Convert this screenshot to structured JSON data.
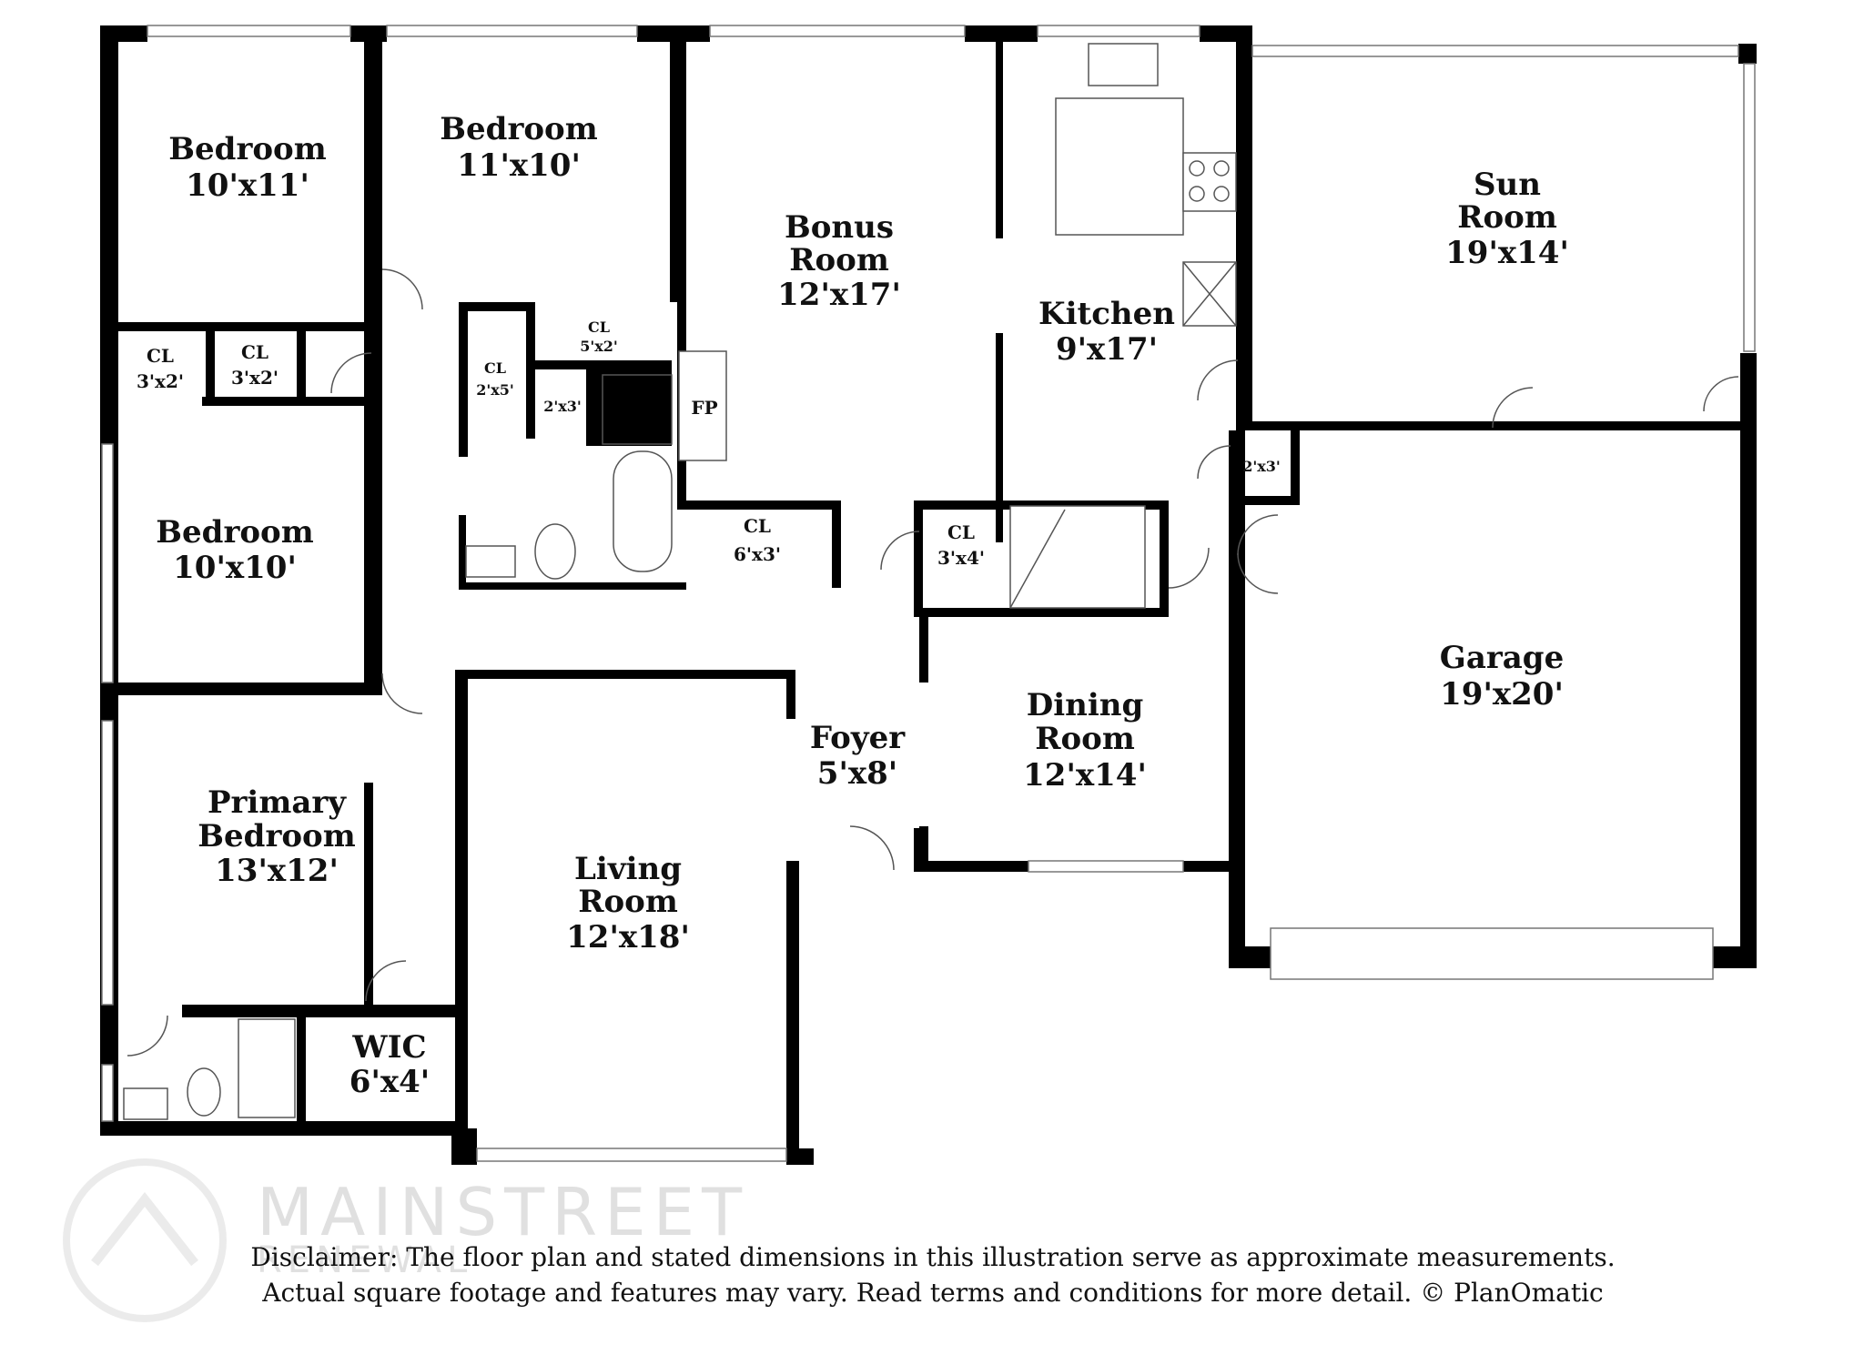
{
  "rooms": {
    "bed1": {
      "name": "Bedroom",
      "dim": "10'x11'"
    },
    "bed2": {
      "name": "Bedroom",
      "dim": "11'x10'"
    },
    "bonus": {
      "name1": "Bonus",
      "name2": "Room",
      "dim": "12'x17'"
    },
    "kitchen": {
      "name": "Kitchen",
      "dim": "9'x17'"
    },
    "sun": {
      "name1": "Sun",
      "name2": "Room",
      "dim": "19'x14'"
    },
    "cl1": {
      "name": "CL",
      "dim": "3'x2'"
    },
    "cl2": {
      "name": "CL",
      "dim": "3'x2'"
    },
    "cl3": {
      "name": "CL",
      "dim": "2'x5'"
    },
    "cl4": {
      "name": "CL",
      "dim": "5'x2'"
    },
    "linen": {
      "dim": "2'x3'"
    },
    "fp": {
      "name": "FP"
    },
    "bed3": {
      "name": "Bedroom",
      "dim": "10'x10'"
    },
    "cl5": {
      "name": "CL",
      "dim": "6'x3'"
    },
    "cl6": {
      "name": "CL",
      "dim": "3'x4'"
    },
    "pantry": {
      "dim": "2'x3'"
    },
    "garage": {
      "name": "Garage",
      "dim": "19'x20'"
    },
    "primary": {
      "name1": "Primary",
      "name2": "Bedroom",
      "dim": "13'x12'"
    },
    "foyer": {
      "name": "Foyer",
      "dim": "5'x8'"
    },
    "dining": {
      "name1": "Dining",
      "name2": "Room",
      "dim": "12'x14'"
    },
    "living": {
      "name1": "Living",
      "name2": "Room",
      "dim": "12'x18'"
    },
    "wic": {
      "name": "WIC",
      "dim": "6'x4'"
    }
  },
  "watermark": {
    "brand": "MAINSTREET",
    "sub": "RENEWAL"
  },
  "disclaimer": {
    "line1": "Disclaimer: The floor plan and stated dimensions in this illustration serve as approximate measurements.",
    "line2": "Actual square footage and features may vary. Read terms and conditions for more detail. © PlanOmatic"
  }
}
